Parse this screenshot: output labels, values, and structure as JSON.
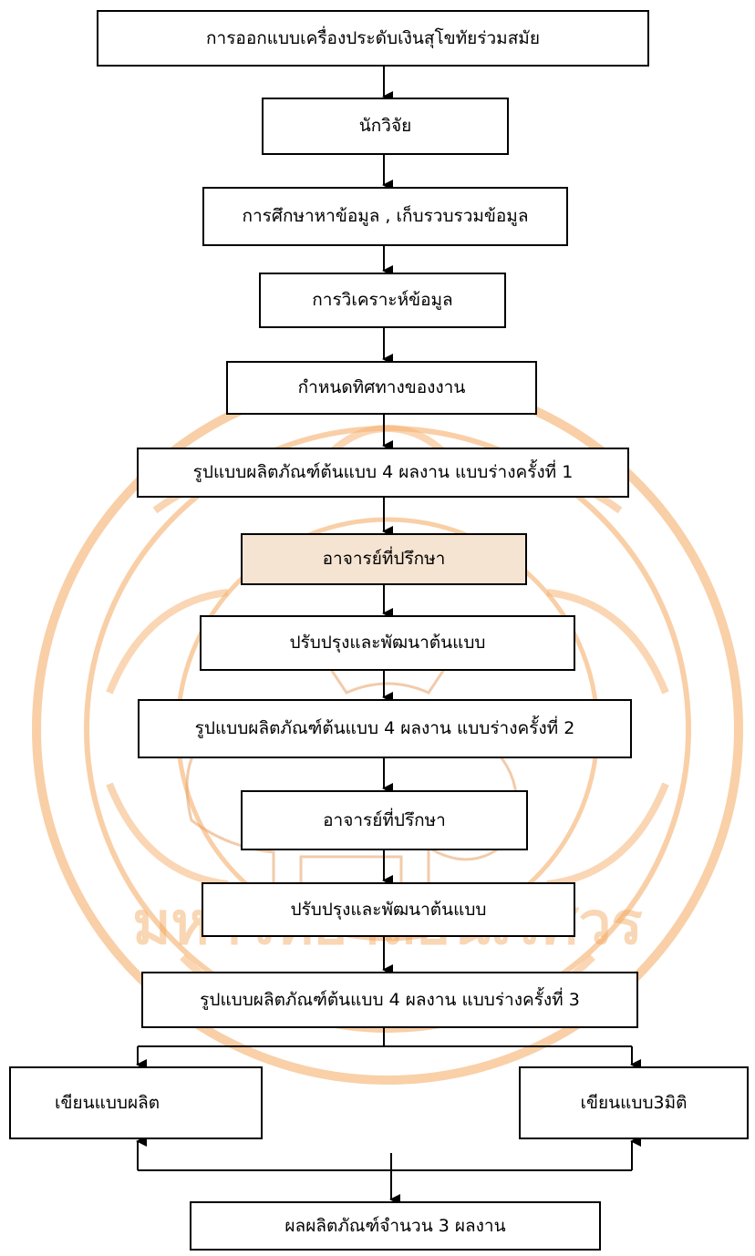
{
  "flowchart": {
    "nodes": [
      {
        "id": "title",
        "label": "การออกแบบเครื่องประดับเงินสุโขทัยร่วมสมัย"
      },
      {
        "id": "researcher",
        "label": "นักวิจัย"
      },
      {
        "id": "data-collection",
        "label": "การศึกษาหาข้อมูล , เก็บรวบรวมข้อมูล"
      },
      {
        "id": "data-analysis",
        "label": "การวิเคราะห์ข้อมูล"
      },
      {
        "id": "work-direction",
        "label": "กำหนดทิศทางของงาน"
      },
      {
        "id": "prototype-draft-1",
        "label": "รูปแบบผลิตภัณฑ์ต้นแบบ 4 ผลงาน แบบร่างครั้งที่ 1"
      },
      {
        "id": "advisor-1",
        "label": "อาจารย์ที่ปรึกษา"
      },
      {
        "id": "improve-1",
        "label": "ปรับปรุงและพัฒนาต้นแบบ"
      },
      {
        "id": "prototype-draft-2",
        "label": "รูปแบบผลิตภัณฑ์ต้นแบบ 4 ผลงาน แบบร่างครั้งที่ 2"
      },
      {
        "id": "advisor-2",
        "label": "อาจารย์ที่ปรึกษา"
      },
      {
        "id": "improve-2",
        "label": "ปรับปรุงและพัฒนาต้นแบบ"
      },
      {
        "id": "prototype-draft-3",
        "label": "รูปแบบผลิตภัณฑ์ต้นแบบ 4 ผลงาน แบบร่างครั้งที่ 3"
      },
      {
        "id": "production-drawing",
        "label": "เขียนแบบผลิต"
      },
      {
        "id": "3d-drawing",
        "label": "เขียนแบบ3มิติ"
      },
      {
        "id": "final-products",
        "label": "ผลผลิตภัณฑ์จำนวน 3 ผลงาน"
      }
    ],
    "watermark": {
      "motto_text": "มหาวิทยาลัยนเรศวร",
      "colors": {
        "primary": "#f2a65a",
        "light": "#fde6cf"
      }
    }
  }
}
